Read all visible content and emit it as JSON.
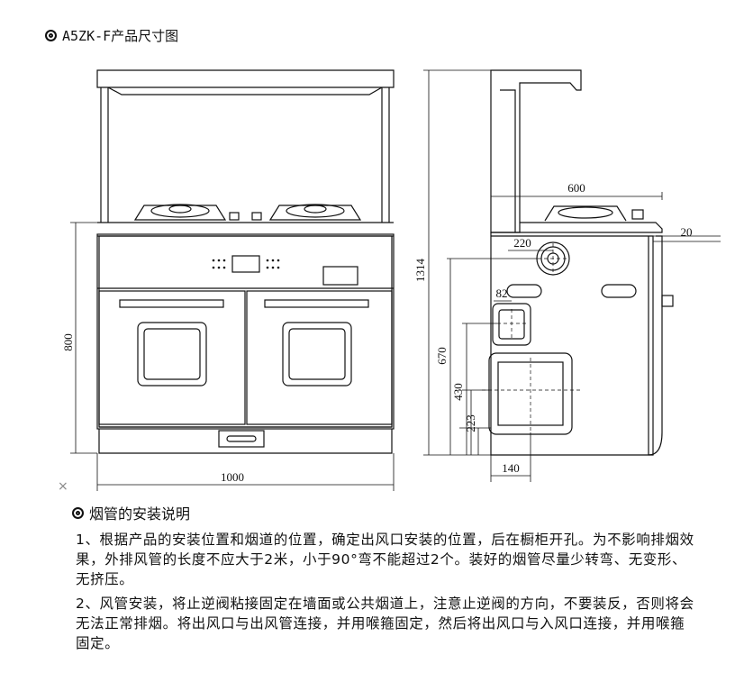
{
  "header": {
    "title": "A5ZK-F产品尺寸图"
  },
  "section": {
    "title": "烟管的安装说明"
  },
  "dimensions": {
    "front_width": "1000",
    "front_height": "800",
    "side_total_height": "1314",
    "side_depth": "600",
    "side_offset": "20",
    "outlet_top_offset": "220",
    "outlet_height": "670",
    "upper_outlet_width": "82",
    "lower_outlet_height_430": "430",
    "lower_outlet_height_223": "223",
    "lower_outlet_width": "140"
  },
  "marks": {
    "x_mark": "×"
  },
  "instructions": {
    "p1": "1、根据产品的安装位置和烟道的位置，确定出风口安装的位置，后在橱柜开孔。为不影响排烟效果，外排风管的长度不应大于2米，小于90°弯不能超过2个。装好的烟管尽量少转弯、无变形、无挤压。",
    "p2": "2、风管安装，将止逆阀粘接固定在墙面或公共烟道上，注意止逆阀的方向，不要装反，否则将会无法正常排烟。将出风口与出风管连接，并用喉箍固定，然后将出风口与入风口连接，并用喉箍固定。"
  }
}
